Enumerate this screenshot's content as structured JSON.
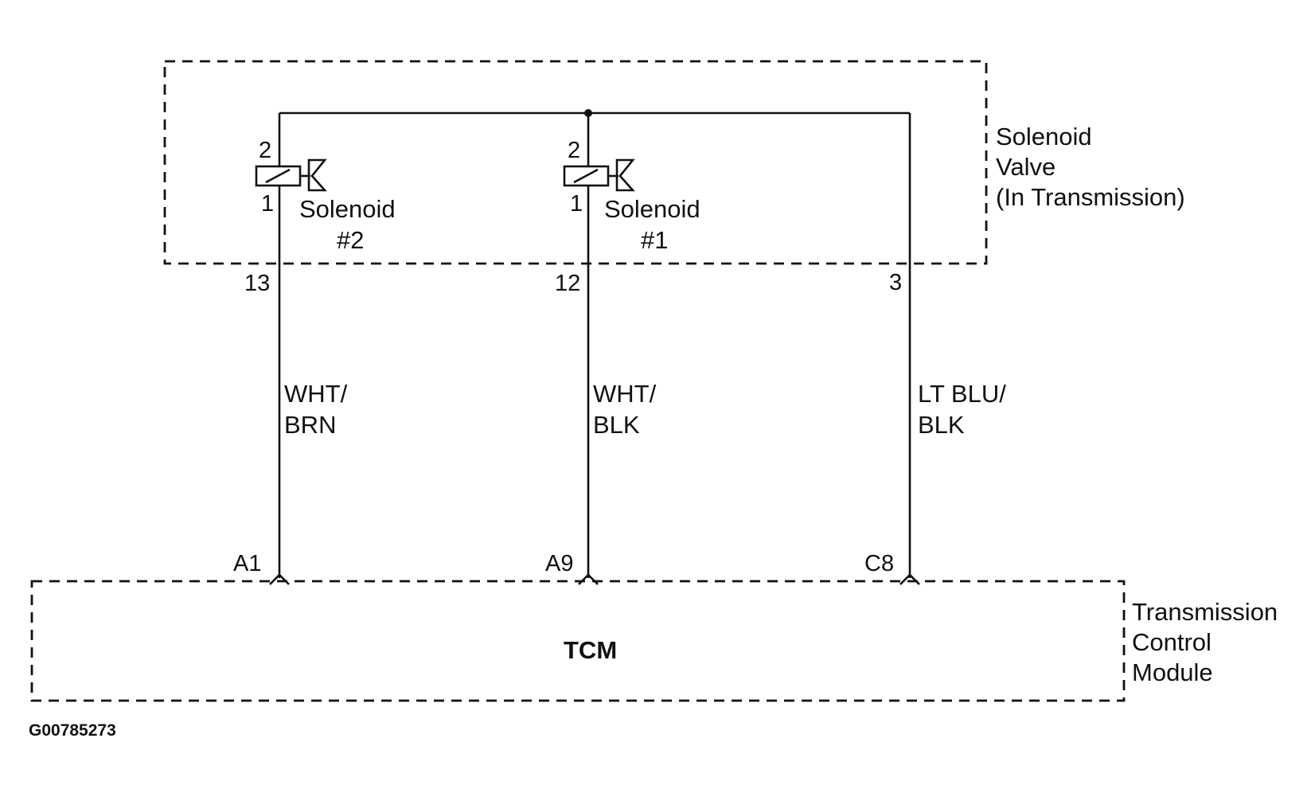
{
  "solenoid_valve": {
    "label_lines": [
      "Solenoid",
      "Valve",
      "(In Transmission)"
    ]
  },
  "solenoids": [
    {
      "name_line1": "Solenoid",
      "name_line2": "#2",
      "pin_top": "2",
      "pin_bottom": "1"
    },
    {
      "name_line1": "Solenoid",
      "name_line2": "#1",
      "pin_top": "2",
      "pin_bottom": "1"
    }
  ],
  "connector_pins": [
    "13",
    "12",
    "3"
  ],
  "wires": [
    {
      "color_line1": "WHT/",
      "color_line2": "BRN"
    },
    {
      "color_line1": "WHT/",
      "color_line2": "BLK"
    },
    {
      "color_line1": "LT BLU/",
      "color_line2": "BLK"
    }
  ],
  "tcm_pins": [
    "A1",
    "A9",
    "C8"
  ],
  "tcm": {
    "name": "TCM",
    "label_lines": [
      "Transmission",
      "Control",
      "Module"
    ]
  },
  "figure_id": "G00785273"
}
